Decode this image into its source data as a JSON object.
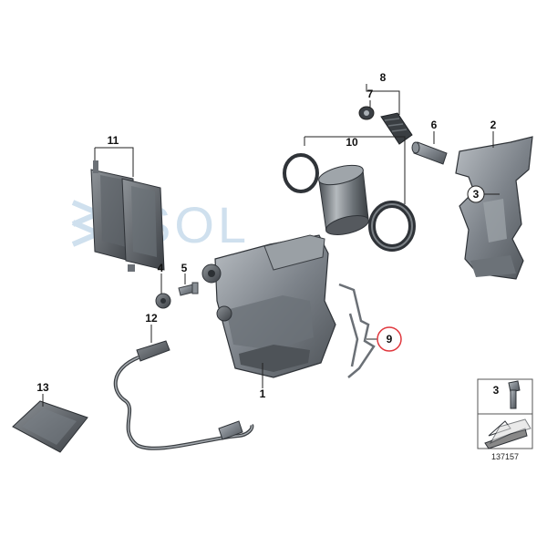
{
  "watermark": {
    "text": "SOL",
    "color": "#cfe0ee"
  },
  "callouts": [
    {
      "id": "c1",
      "label": "1"
    },
    {
      "id": "c2",
      "label": "2"
    },
    {
      "id": "c3",
      "label": "3"
    },
    {
      "id": "c4",
      "label": "4"
    },
    {
      "id": "c5",
      "label": "5"
    },
    {
      "id": "c6",
      "label": "6"
    },
    {
      "id": "c7",
      "label": "7"
    },
    {
      "id": "c8",
      "label": "8"
    },
    {
      "id": "c9",
      "label": "9"
    },
    {
      "id": "c10",
      "label": "10"
    },
    {
      "id": "c11",
      "label": "11"
    },
    {
      "id": "c12",
      "label": "12"
    },
    {
      "id": "c13",
      "label": "13"
    }
  ],
  "legend_box": {
    "label": "3",
    "ref_number": "137157"
  },
  "colors": {
    "part_dark": "#555a60",
    "part_mid": "#8a9096",
    "part_light": "#c4c8cc",
    "highlight_ring": "#e0383e"
  }
}
